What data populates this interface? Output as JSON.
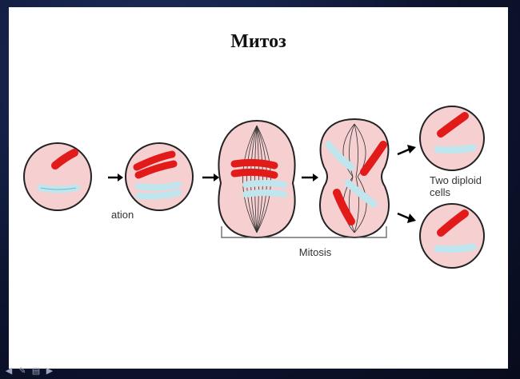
{
  "slide": {
    "title": "Митоз",
    "labels": {
      "cut_label": "ation",
      "mitosis": "Mitosis",
      "daughter_line1": "Two diploid",
      "daughter_line2": "cells"
    }
  },
  "colors": {
    "cell_fill": "#f6cfd0",
    "cell_stroke": "#222222",
    "red_chromosome": "#e21a1a",
    "blue_chromosome": "#bfe6ee",
    "background": "#0e1630"
  },
  "toolbar": {
    "icons": [
      "arrow-left-icon",
      "pen-icon",
      "slides-icon",
      "arrow-right-icon"
    ],
    "glyphs": [
      "◀",
      "✎",
      "▤",
      "▶"
    ]
  }
}
